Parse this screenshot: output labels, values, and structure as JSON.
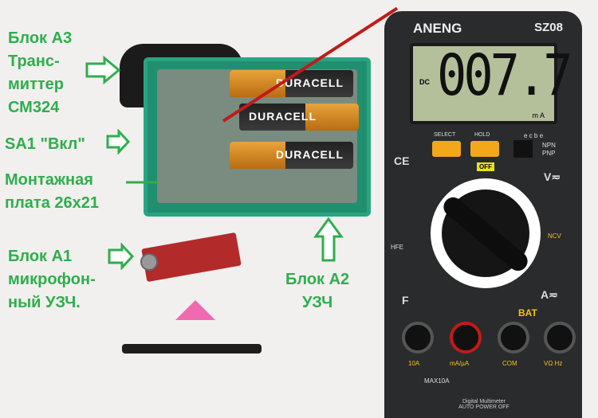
{
  "labels": {
    "a3": [
      "Блок А3",
      "Транс-",
      "миттер",
      "СМ324"
    ],
    "sa1": "SA1 \"Вкл\"",
    "board": [
      "Монтажная",
      "плата 26х21"
    ],
    "a1": [
      "Блок А1",
      "микрофон-",
      "ный УЗЧ."
    ],
    "a2": [
      "Блок А2",
      "УЗЧ"
    ]
  },
  "batteries": [
    "DURACELL",
    "DURACELL",
    "DURACELL"
  ],
  "multimeter": {
    "brand": "ANENG",
    "model": "SZ08",
    "reading": "007.7",
    "mode": "DC",
    "unit": "m A",
    "select": "SELECT",
    "hold": "HOLD",
    "off": "OFF",
    "transistor": "e c b e",
    "npn": "NPN",
    "pnp": "PNP",
    "ce": "CE",
    "f": "F",
    "a": "A≂",
    "v": "V≂",
    "hfe": "HFE",
    "ncv": "NCV",
    "bat": "BAT",
    "jacks": [
      "10A",
      "mA/µA",
      "COM",
      "VΩ Hz"
    ],
    "max10a": "MAX10A",
    "footer": [
      "Digital Multimeter",
      "AUTO POWER OFF"
    ]
  },
  "colors": {
    "label": "#2fae4e",
    "case": "#1f8f6f",
    "button": "#f3a81b"
  }
}
